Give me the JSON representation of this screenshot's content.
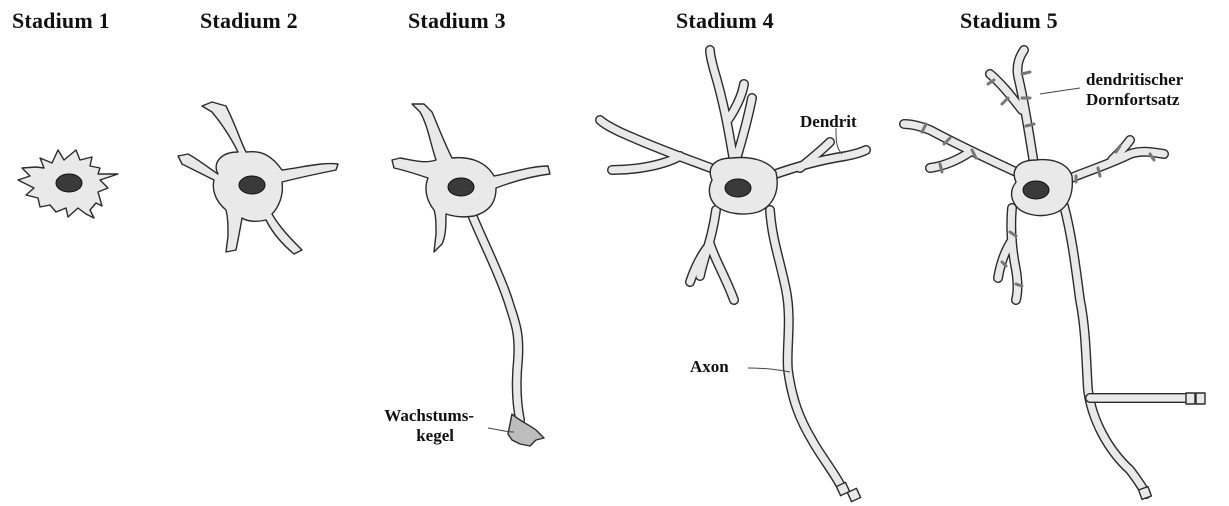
{
  "stages": [
    {
      "title": "Stadium 1"
    },
    {
      "title": "Stadium 2"
    },
    {
      "title": "Stadium 3"
    },
    {
      "title": "Stadium 4"
    },
    {
      "title": "Stadium 5"
    }
  ],
  "labels": {
    "growth_cone_line1": "Wachstums-",
    "growth_cone_line2": "kegel",
    "axon": "Axon",
    "dendrite": "Dendrit",
    "spine_line1": "dendritischer",
    "spine_line2": "Dornfortsatz"
  },
  "colors": {
    "cell_fill": "#e9e9e9",
    "outline": "#2b2b2b",
    "nucleus": "#3a3a3a",
    "spine": "#777777"
  }
}
